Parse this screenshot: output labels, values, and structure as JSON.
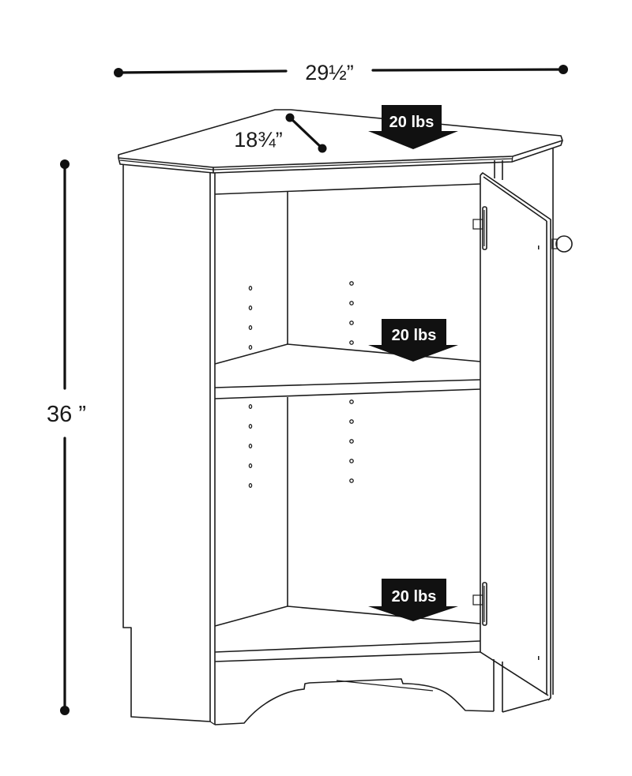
{
  "diagram": {
    "subject": "Corner storage cabinet with one open door",
    "colors": {
      "line": "#1c1c1c",
      "arrow_fill": "#111111",
      "arrow_text": "#ffffff",
      "background": "#ffffff"
    },
    "dimensions": {
      "width": {
        "label": "29½”",
        "orientation": "horizontal"
      },
      "depth": {
        "label": "18¾”",
        "orientation": "diagonal"
      },
      "height": {
        "label": "36 ”",
        "orientation": "vertical"
      }
    },
    "load_ratings": [
      {
        "location": "top",
        "label": "20 lbs"
      },
      {
        "location": "middle-shelf",
        "label": "20 lbs"
      },
      {
        "location": "bottom-shelf",
        "label": "20 lbs"
      }
    ],
    "parts": {
      "shelves": 2,
      "doors": 1,
      "knobs": 1,
      "hinges": 2,
      "shelf_pin_hole_columns": 2
    }
  }
}
